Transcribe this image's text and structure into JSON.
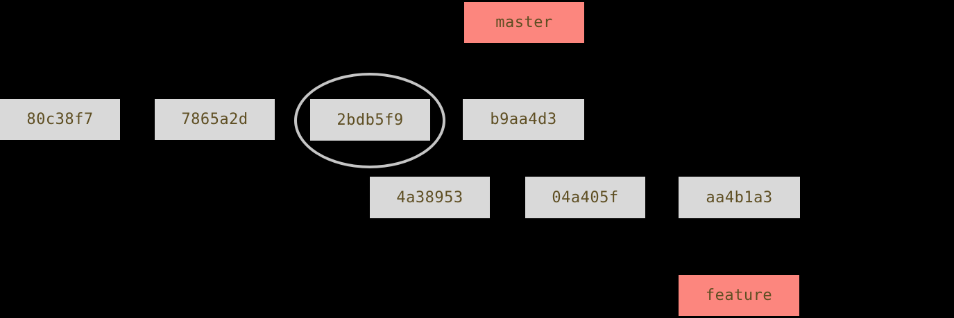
{
  "diagram": {
    "type": "git-commit-graph",
    "background_color": "#000000",
    "node_fill_color": "#d9d9d9",
    "branch_fill_color": "#fc867e",
    "text_color": "#5e4e22",
    "highlight_ring_color": "#c5c5c5",
    "highlighted_commit": "2bdb5f9",
    "branch_labels": [
      {
        "label": "master"
      },
      {
        "label": "feature"
      }
    ],
    "master_row_commits": [
      {
        "hash": "80c38f7",
        "highlighted": false
      },
      {
        "hash": "7865a2d",
        "highlighted": false
      },
      {
        "hash": "2bdb5f9",
        "highlighted": true
      },
      {
        "hash": "b9aa4d3",
        "highlighted": false
      }
    ],
    "feature_row_commits": [
      {
        "hash": "4a38953",
        "highlighted": false
      },
      {
        "hash": "04a405f",
        "highlighted": false
      },
      {
        "hash": "aa4b1a3",
        "highlighted": false
      }
    ]
  }
}
